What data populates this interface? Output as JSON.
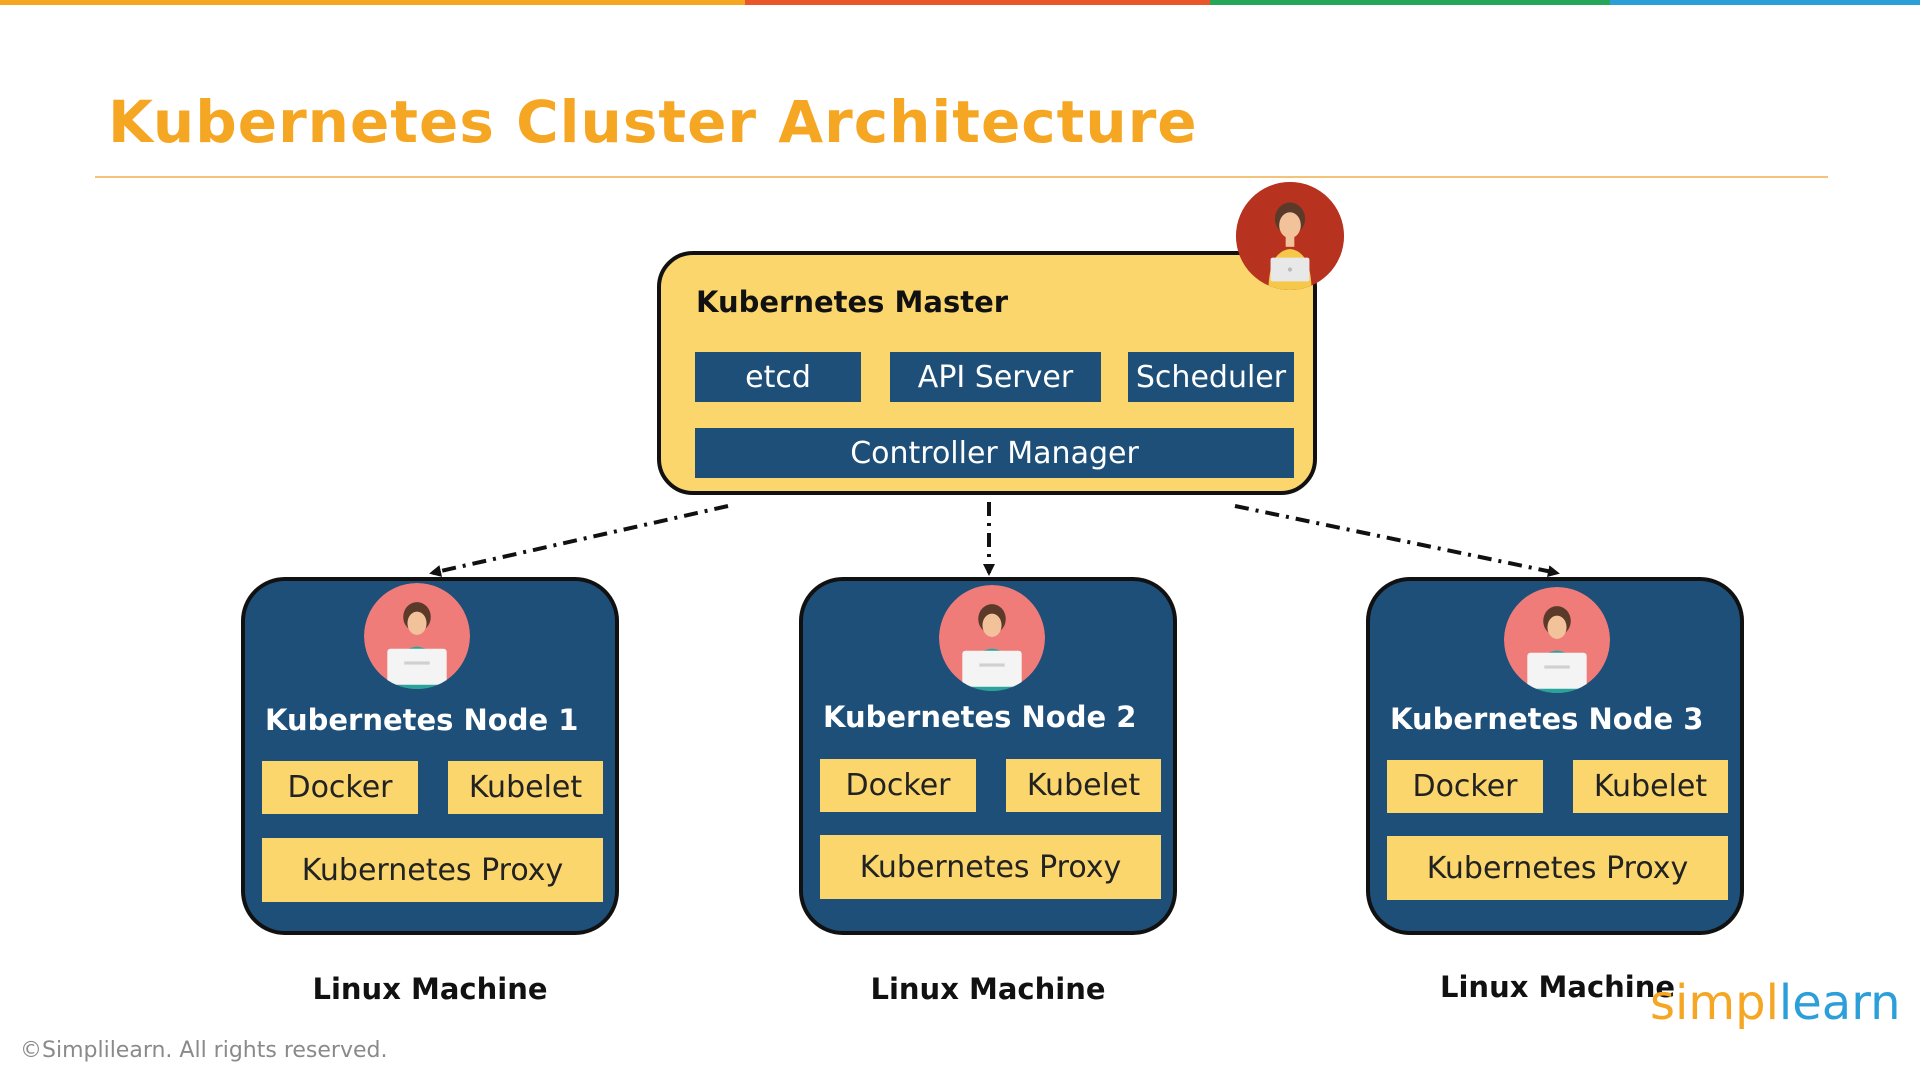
{
  "top_bar_colors": [
    "#f5a623",
    "#f5a623",
    "#e8562a",
    "#27a65a",
    "#2c9fd9"
  ],
  "title": "Kubernetes Cluster Architecture",
  "colors": {
    "title": "#f5a623",
    "node_blue": "#1d4f79",
    "box_yellow": "#fbd66c",
    "avatar_pink": "#f07c7a",
    "master_avatar_red": "#b8331f"
  },
  "master": {
    "title": "Kubernetes Master",
    "components": [
      "etcd",
      "API Server",
      "Scheduler"
    ],
    "controller": "Controller Manager",
    "avatar_icon": "person-laptop-icon"
  },
  "nodes": [
    {
      "title": "Kubernetes Node 1",
      "docker": "Docker",
      "kubelet": "Kubelet",
      "proxy": "Kubernetes Proxy",
      "machine": "Linux Machine",
      "avatar_icon": "person-laptop-icon"
    },
    {
      "title": "Kubernetes Node 2",
      "docker": "Docker",
      "kubelet": "Kubelet",
      "proxy": "Kubernetes Proxy",
      "machine": "Linux Machine",
      "avatar_icon": "person-laptop-icon"
    },
    {
      "title": "Kubernetes Node 3",
      "docker": "Docker",
      "kubelet": "Kubelet",
      "proxy": "Kubernetes Proxy",
      "machine": "Linux Machine",
      "avatar_icon": "person-laptop-icon"
    }
  ],
  "logo": {
    "part1": "simpl",
    "part2": "learn"
  },
  "copyright": "©Simplilearn. All rights reserved."
}
